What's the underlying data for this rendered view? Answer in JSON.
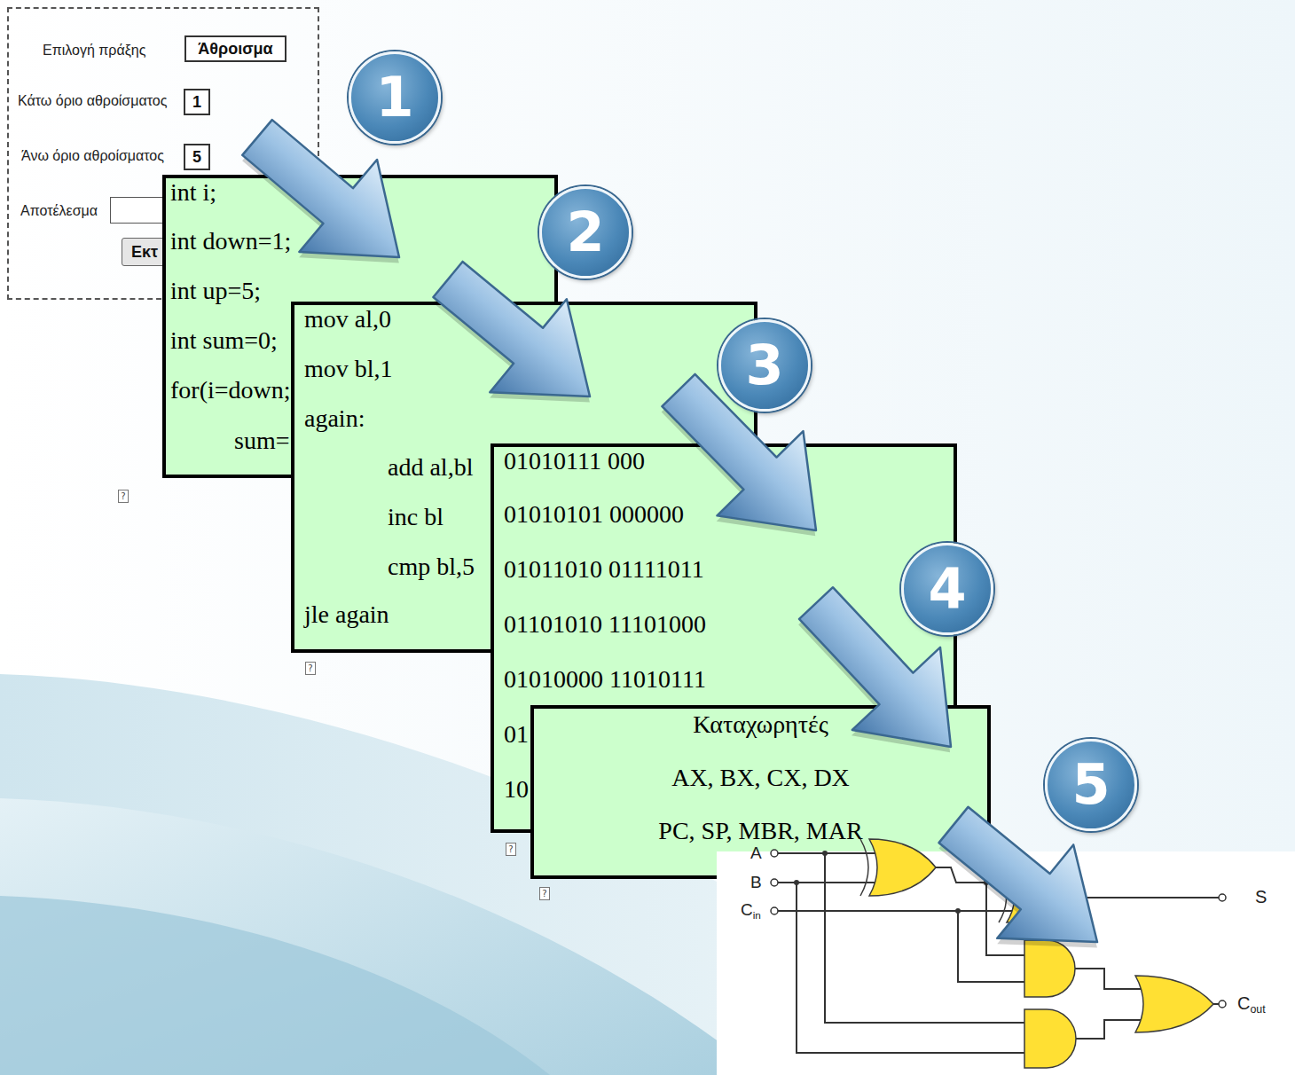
{
  "diagram": {
    "nodes": [
      {
        "text": [
          "Επιλογή πράξης",
          "Κάτω όριο αθροίσματος",
          "Άνω όριο αθροίσματος",
          "Αποτέλεσμα"
        ]
      },
      {
        "text": [
          "Άθροισμα"
        ],
        "in": 0
      },
      {
        "text": [
          "1"
        ],
        "in": 0
      },
      {
        "text": [
          "5"
        ],
        "in": 0
      },
      {
        "text": [
          "Εκτ"
        ],
        "in": 0
      },
      {
        "text": [
          "int i;",
          "int down=1;",
          "int up=5;",
          "int sum=0;",
          "for(i=down;",
          "sum="
        ]
      },
      {
        "text": [
          "mov al,0",
          "mov bl,1",
          "again:",
          "add al,bl",
          "inc bl",
          "cmp bl,5",
          "jle again"
        ]
      },
      {
        "text": [
          "01010111 000",
          "01010101 000000",
          "01011010 01111011",
          "01101010 11101000",
          "01010000 11010111",
          "01",
          "10"
        ]
      },
      {
        "text": [
          "Καταχωρητές",
          "AX, BX, CX, DX",
          "PC, SP, MBR, MAR"
        ]
      }
    ],
    "labels": [
      "1",
      "2",
      "3",
      "4",
      "5",
      "?",
      "?",
      "?",
      "?",
      "A",
      "B",
      "Cin",
      "S",
      "Cout"
    ]
  }
}
